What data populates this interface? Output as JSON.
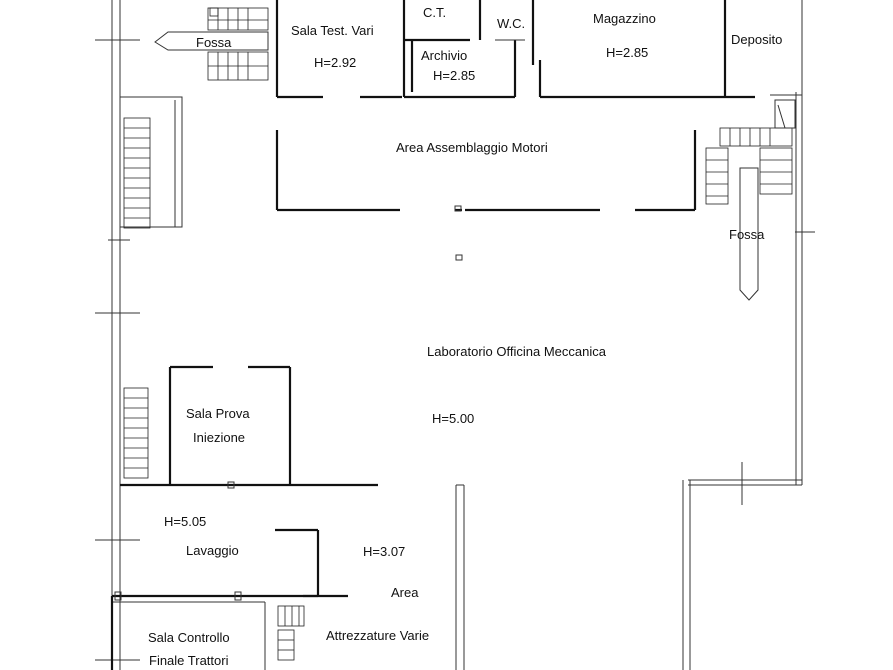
{
  "labels": {
    "fossa_top": "Fossa",
    "sala_test": "Sala Test. Vari",
    "sala_test_h": "H=2.92",
    "ct": "C.T.",
    "wc": "W.C.",
    "archivio": "Archivio",
    "archivio_h": "H=2.85",
    "magazzino": "Magazzino",
    "magazzino_h": "H=2.85",
    "deposito": "Deposito",
    "assemblaggio": "Area Assemblaggio Motori",
    "fossa_right": "Fossa",
    "laboratorio": "Laboratorio Officina Meccanica",
    "laboratorio_h": "H=5.00",
    "sala_prova_1": "Sala Prova",
    "sala_prova_2": "Iniezione",
    "lavaggio_h": "H=5.05",
    "lavaggio": "Lavaggio",
    "area_h": "H=3.07",
    "area": "Area",
    "attrezzature": "Attrezzature Varie",
    "sala_controllo_1": "Sala Controllo",
    "sala_controllo_2": "Finale Trattori"
  }
}
